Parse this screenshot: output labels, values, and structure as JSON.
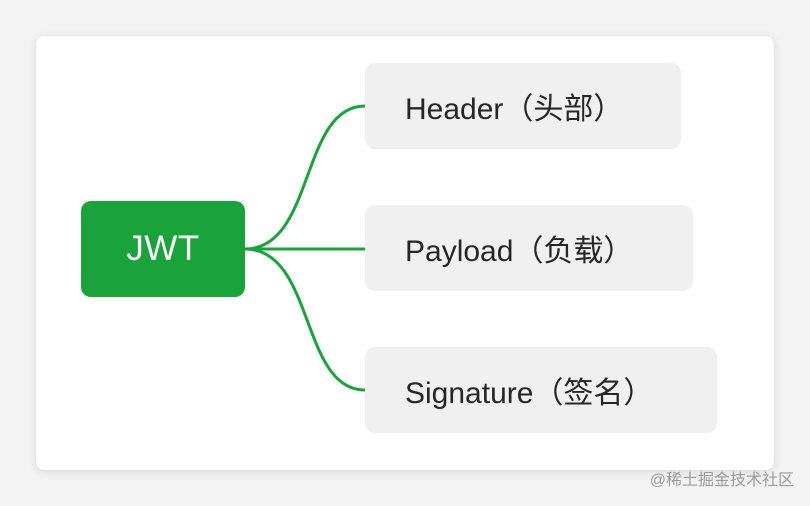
{
  "diagram": {
    "root": {
      "label": "JWT"
    },
    "children": [
      {
        "label": "Header（头部）"
      },
      {
        "label": "Payload（负载）"
      },
      {
        "label": "Signature（签名）"
      }
    ]
  },
  "watermark": {
    "text": "@稀土掘金技术社区"
  },
  "colors": {
    "page_background": "#f3f3f3",
    "card_background": "#ffffff",
    "root_fill": "#1aa33a",
    "root_text": "#ffffff",
    "child_fill": "#f0f0f0",
    "child_text": "#262626",
    "connector": "#1aa33a",
    "watermark": "#9b9b9b"
  }
}
